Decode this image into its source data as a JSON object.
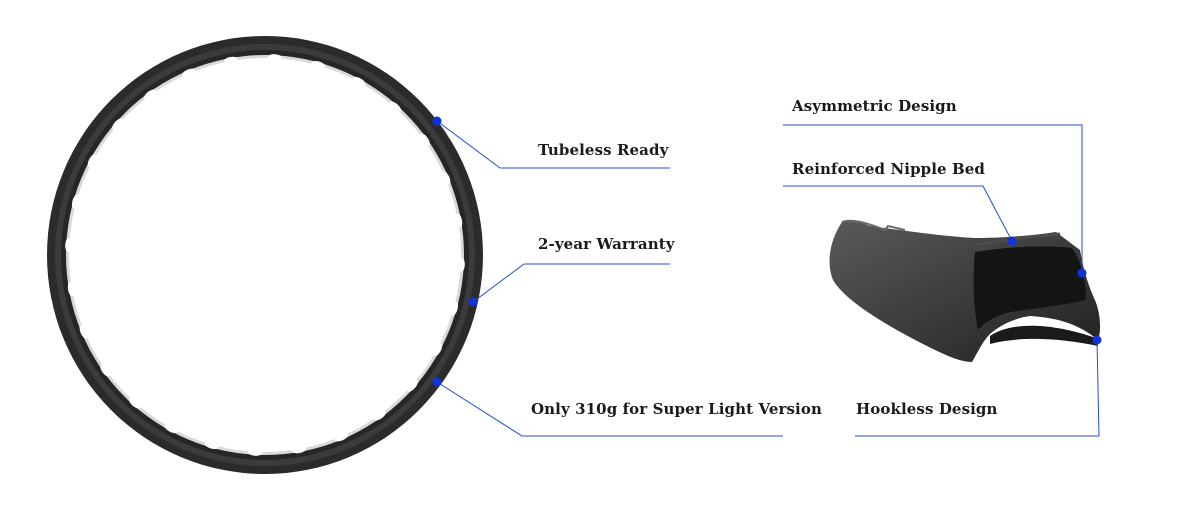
{
  "colors": {
    "background": "#ffffff",
    "rim": "#2b2b2b",
    "callout_line": "#1f4fd1",
    "callout_dot": "#1033e0",
    "label_text": "#1a1a1a"
  },
  "rim_features": {
    "tubeless": "Tubeless Ready",
    "warranty": "2-year Warranty",
    "light": "Only 310g for Super Light Version"
  },
  "profile_features": {
    "asymmetric": "Asymmetric Design",
    "nipple_bed": "Reinforced Nipple Bed",
    "hookless": "Hookless Design"
  }
}
